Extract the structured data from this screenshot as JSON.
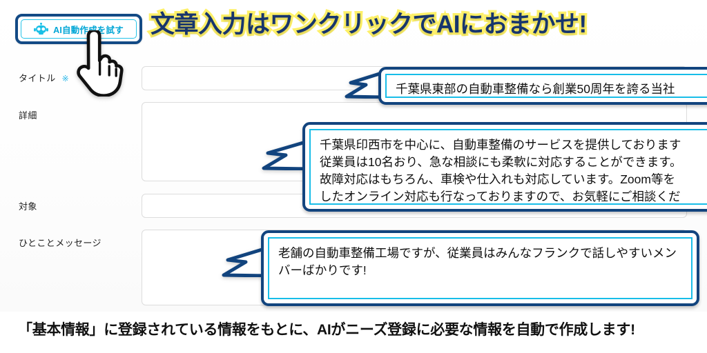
{
  "headline": "文章入力はワンクリックでAIにおまかせ!",
  "ai_button": {
    "label": "AI自動作成を試す",
    "icon": "robot-icon",
    "accent_color": "#00a6d6",
    "frame_color": "#134a85"
  },
  "cursor": {
    "icon": "pointing-hand-cursor"
  },
  "form": {
    "fields": [
      {
        "label": "タイトル",
        "required_mark": "※",
        "value": "",
        "type": "text"
      },
      {
        "label": "詳細",
        "required_mark": "",
        "value": "",
        "type": "textarea"
      },
      {
        "label": "対象",
        "required_mark": "",
        "value": "",
        "type": "text"
      },
      {
        "label": "ひとことメッセージ",
        "required_mark": "",
        "value": "",
        "type": "textarea"
      }
    ]
  },
  "callouts": {
    "title": {
      "text": "千葉県東部の自動車整備なら創業50周年を誇る当社"
    },
    "detail": {
      "text": "千葉県印西市を中心に、自動車整備のサービスを提供しております\n従業員は10名おり、急な相談にも柔軟に対応することができます。\n故障対応はもちろん、車検や仕入れも対応しています。Zoom等を\nしたオンライン対応も行なっておりますので、お気軽にご相談くだ"
    },
    "message": {
      "text": "老舗の自動車整備工場ですが、従業員はみんなフランクで話しやすいメン\nバーばかりです!"
    }
  },
  "bottom_caption": "「基本情報」に登録されている情報をもとに、AIがニーズ登録に必要な情報を自動で作成します!",
  "colors": {
    "headline_fill": "#17356d",
    "headline_outline": "#fdf069",
    "callout_border": "#12447e",
    "callout_inner_border": "#17bde8",
    "cyan": "#24c3e8"
  }
}
